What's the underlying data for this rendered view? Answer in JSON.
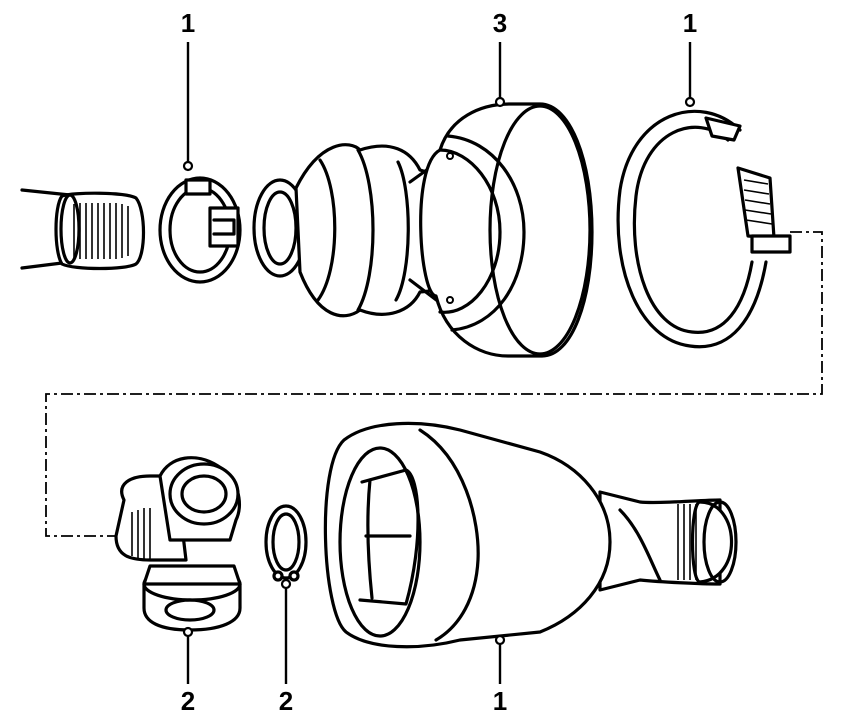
{
  "callouts": {
    "top_left": "1",
    "top_center": "3",
    "top_right": "1",
    "bottom_left": "2",
    "bottom_center": "2",
    "bottom_right": "1"
  }
}
